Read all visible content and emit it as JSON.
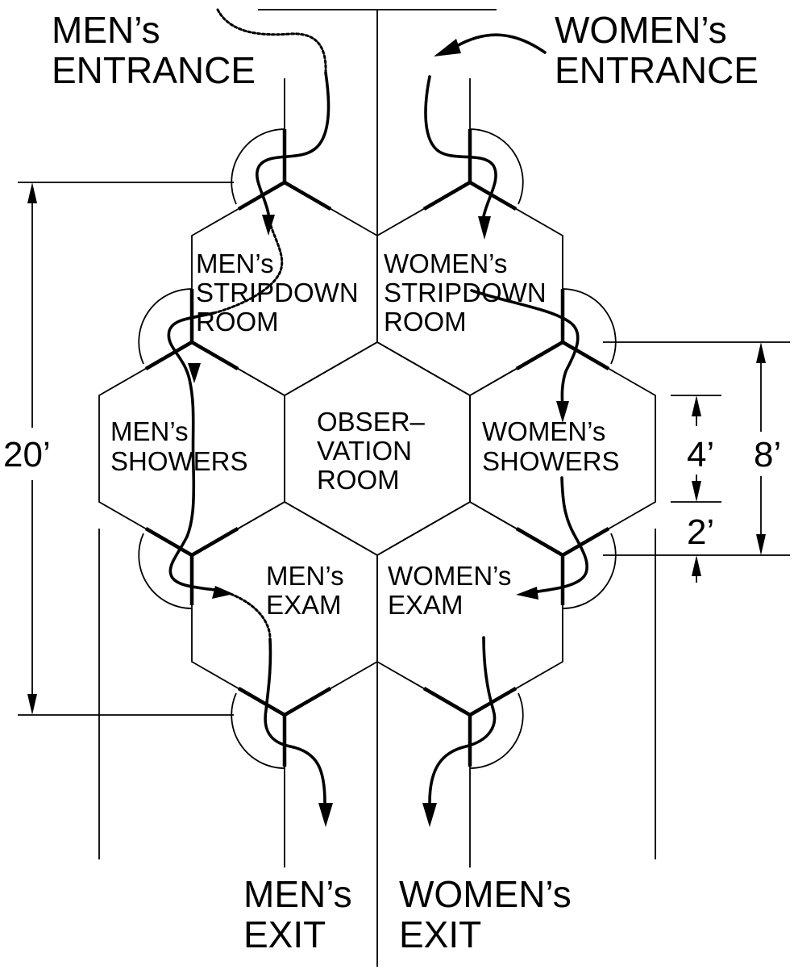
{
  "labels": {
    "mens_entrance": [
      "MEN’s",
      "ENTRANCE"
    ],
    "womens_entrance": [
      "WOMEN’s",
      "ENTRANCE"
    ],
    "mens_exit": [
      "MEN’s",
      "EXIT"
    ],
    "womens_exit": [
      "WOMEN’s",
      "EXIT"
    ]
  },
  "rooms": {
    "mens_stripdown": [
      "MEN’s",
      "STRIPDOWN",
      "ROOM"
    ],
    "womens_stripdown": [
      "WOMEN’s",
      "STRIPDOWN",
      "ROOM"
    ],
    "mens_showers": [
      "MEN’s",
      "SHOWERS"
    ],
    "observation": [
      "OBSER–",
      "VATION",
      "ROOM"
    ],
    "womens_showers": [
      "WOMEN’s",
      "SHOWERS"
    ],
    "mens_exam": [
      "MEN’s",
      "EXAM"
    ],
    "womens_exam": [
      "WOMEN’s",
      "EXAM"
    ]
  },
  "dimensions": {
    "overall": "20’",
    "height_8": "8’",
    "height_4": "4’",
    "height_2": "2’"
  }
}
